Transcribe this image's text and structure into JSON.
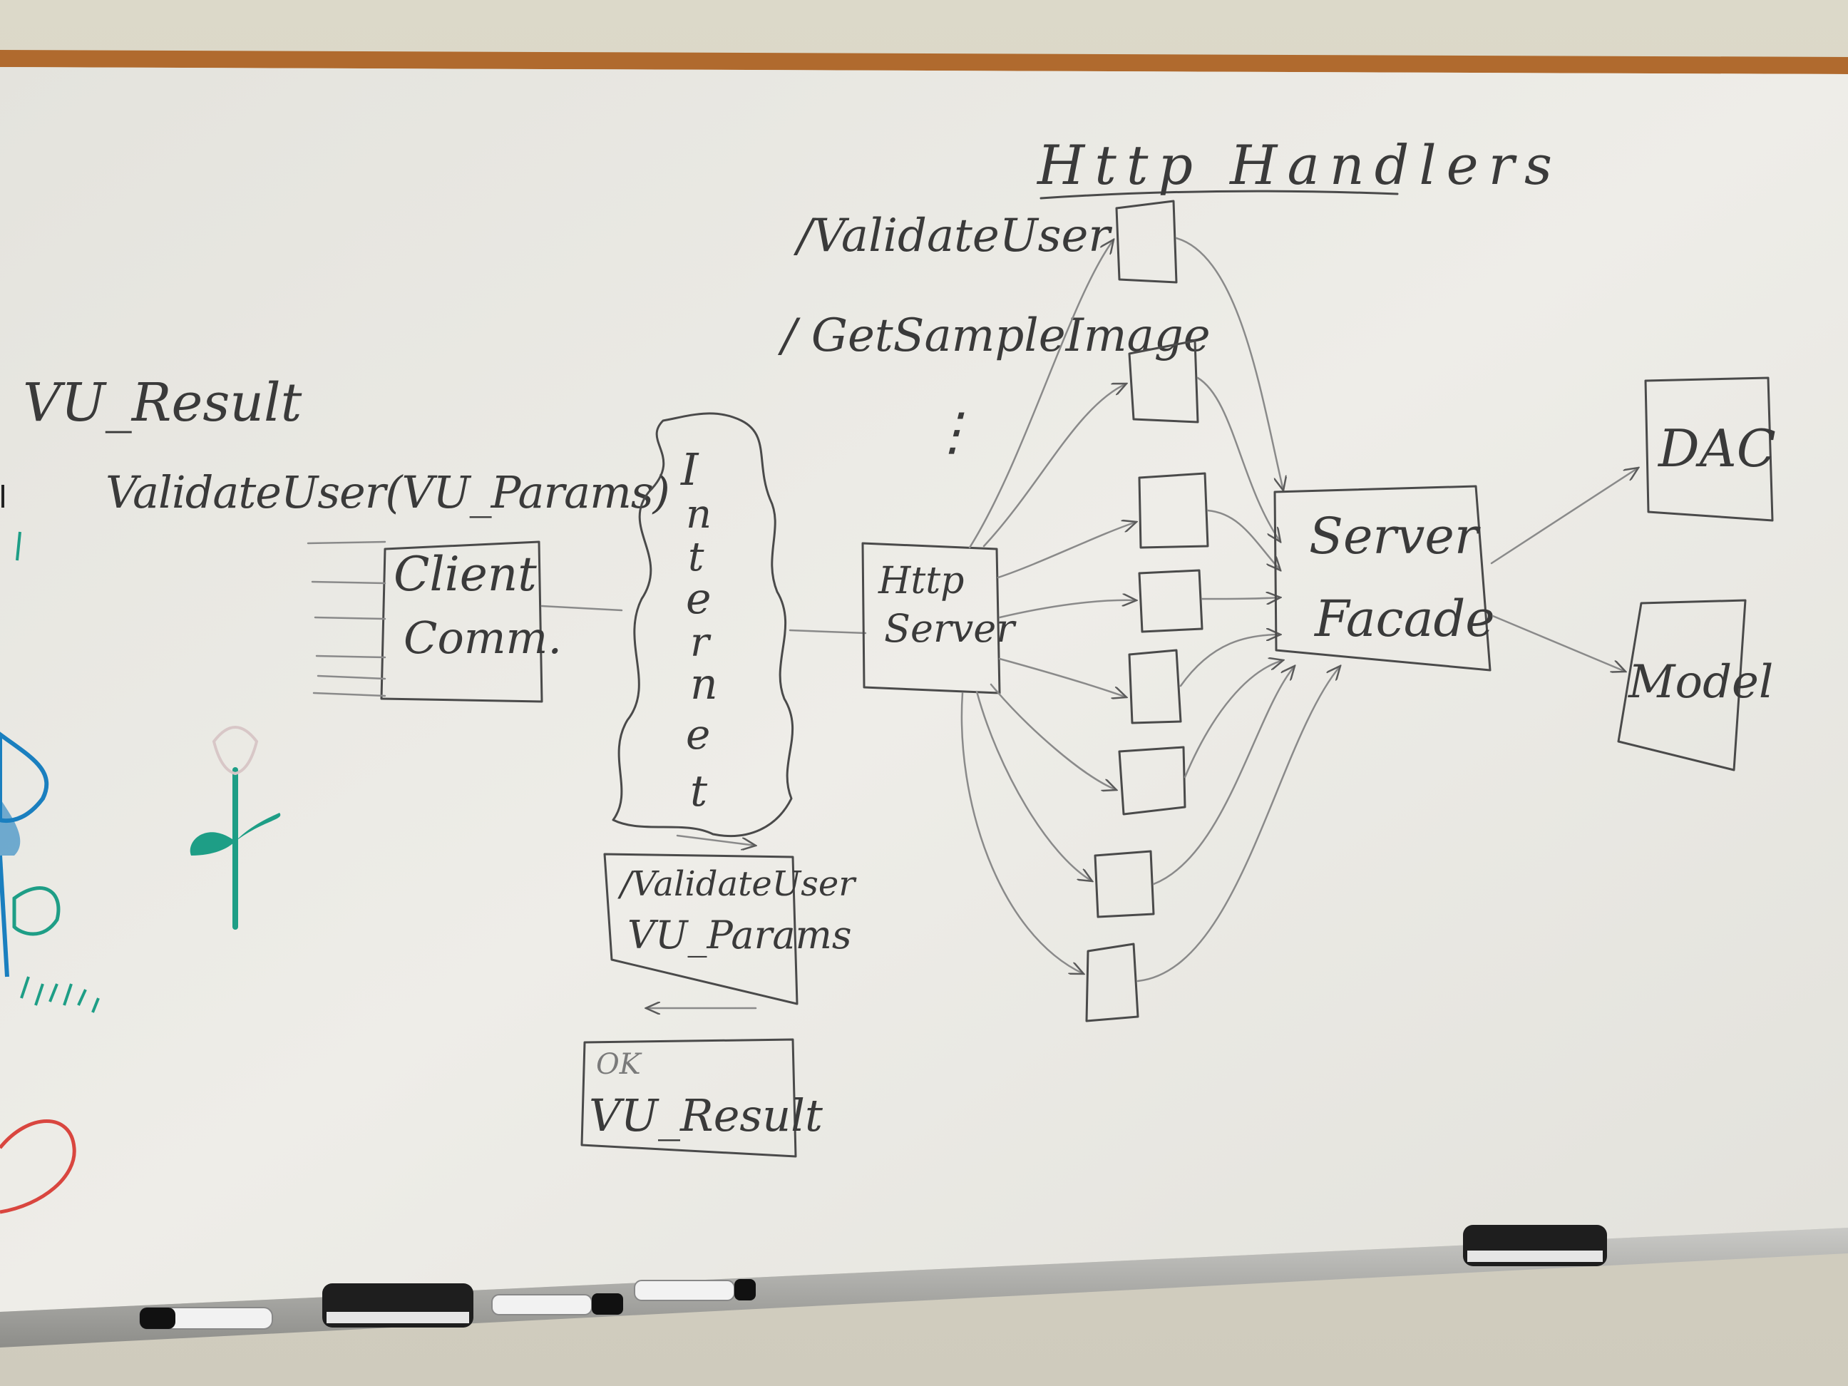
{
  "title": "Http Handlers",
  "labels": {
    "vu_result_top": "VU_Result",
    "validate_user_call": "ValidateUser(VU_Params)",
    "client_comm_line1": "Client",
    "client_comm_line2": "Comm.",
    "internet_letters": [
      "I",
      "n",
      "t",
      "e",
      "r",
      "n",
      "e",
      "t"
    ],
    "http_server_line1": "Http",
    "http_server_line2": "Server",
    "handler_validate_user": "/ValidateUser",
    "handler_get_sample_image": "/ GetSampleImage",
    "handler_ellipsis": "⋮",
    "server_facade_line1": "Server",
    "server_facade_line2": "Facade",
    "dac": "DAC",
    "model": "Model",
    "request_line1": "/ValidateUser",
    "request_line2": "VU_Params",
    "response_ok": "OK",
    "response_result": "VU_Result"
  },
  "colors": {
    "board": "#ecebe6",
    "marker_black": "#3a3a3a",
    "marker_teal": "#1e9e86",
    "marker_blue": "#1a7fbf",
    "marker_red": "#d9463f",
    "frame_wood": "#b06a2e"
  }
}
